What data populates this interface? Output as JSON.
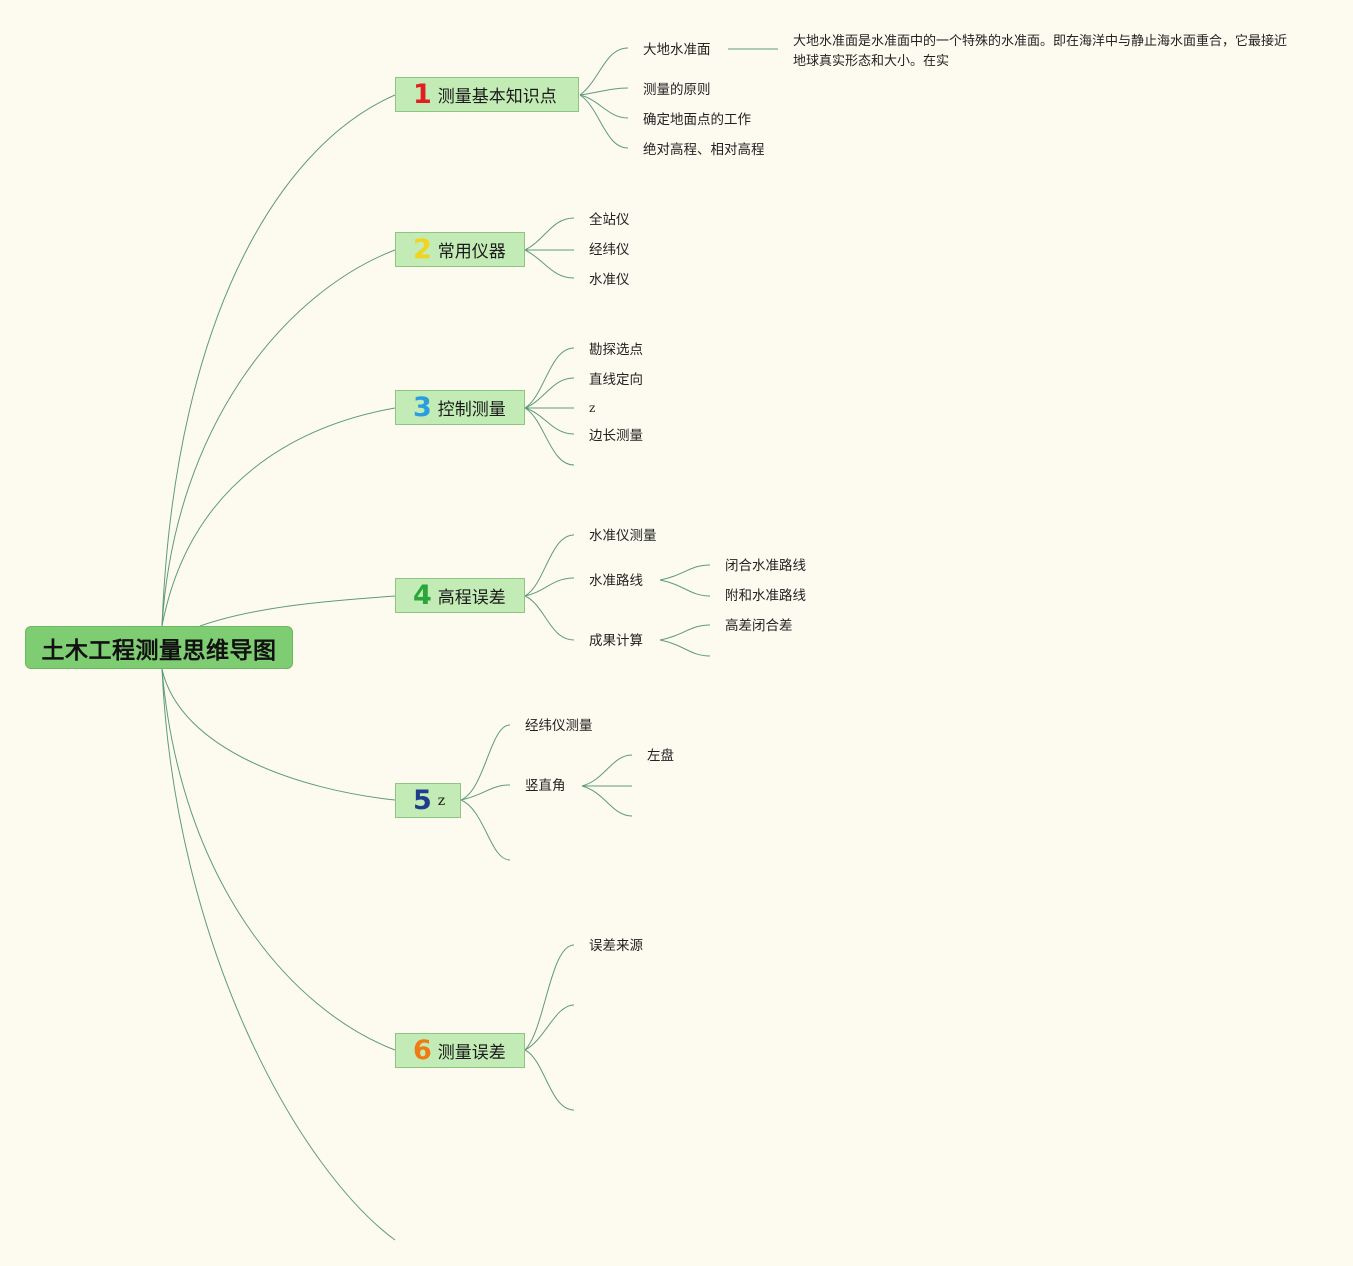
{
  "root": "土木工程测量思维导图",
  "branches": [
    {
      "num": "1",
      "num_color": "#e02020",
      "label": "测量基本知识点",
      "children": [
        "大地水准面",
        "测量的原则",
        "确定地面点的工作",
        "绝对高程、相对高程"
      ],
      "note": "大地水准面是水准面中的一个特殊的水准面。即在海洋中与静止海水面重合，它最接近地球真实形态和大小。在实"
    },
    {
      "num": "2",
      "num_color": "#f2d31e",
      "label": "常用仪器",
      "children": [
        "全站仪",
        "经纬仪",
        "水准仪"
      ]
    },
    {
      "num": "3",
      "num_color": "#2a9de0",
      "label": "控制测量",
      "children": [
        "勘探选点",
        "直线定向",
        "z",
        "边长测量"
      ]
    },
    {
      "num": "4",
      "num_color": "#2aa63a",
      "label": "高程误差",
      "children": [
        "水准仪测量",
        "水准路线",
        "成果计算",
        "闭合水准路线",
        "附和水准路线",
        "高差闭合差"
      ]
    },
    {
      "num": "5",
      "num_color": "#1e3d8c",
      "label": "z",
      "children": [
        "经纬仪测量",
        "竖直角",
        "左盘"
      ]
    },
    {
      "num": "6",
      "num_color": "#f07a14",
      "label": "测量误差",
      "children": [
        "误差来源"
      ]
    }
  ],
  "colors": {
    "background": "#fdfbf0",
    "root_fill": "#7fcd72",
    "branch_fill": "#c3ebb5",
    "line": "#5f9b7a"
  }
}
